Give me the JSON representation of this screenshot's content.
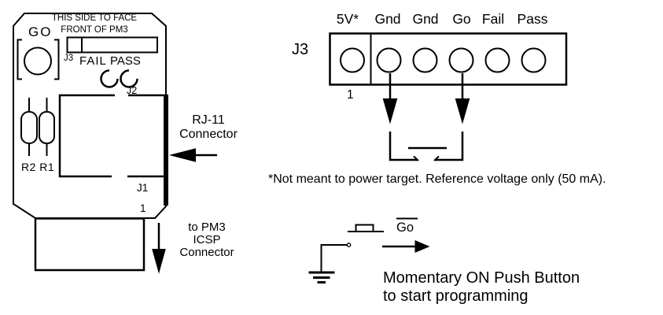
{
  "colors": {
    "line": "#000000",
    "background": "#ffffff"
  },
  "board": {
    "face_note_line1": "THIS SIDE TO FACE",
    "face_note_line2": "FRONT OF PM3",
    "go_button_label": "GO",
    "j3_ref": "J3",
    "fail_label": "FAIL",
    "pass_label": "PASS",
    "j2_ref": "J2",
    "j1_ref": "J1",
    "pin1": "1",
    "resistor_refs": "R2 R1",
    "rj11_callout": [
      "RJ-11",
      "Connector"
    ],
    "icsp_callout": [
      "to PM3",
      "ICSP",
      "Connector"
    ]
  },
  "pinout": {
    "ref": "J3",
    "pin1": "1",
    "pin_labels": [
      "5V*",
      "Gnd",
      "Gnd",
      "Go",
      "Fail",
      "Pass"
    ]
  },
  "footnote": "*Not meant to power target. Reference voltage only (50 mA).",
  "push_button": {
    "signal": "Go",
    "caption": [
      "Momentary ON Push Button",
      "to start programming"
    ]
  }
}
